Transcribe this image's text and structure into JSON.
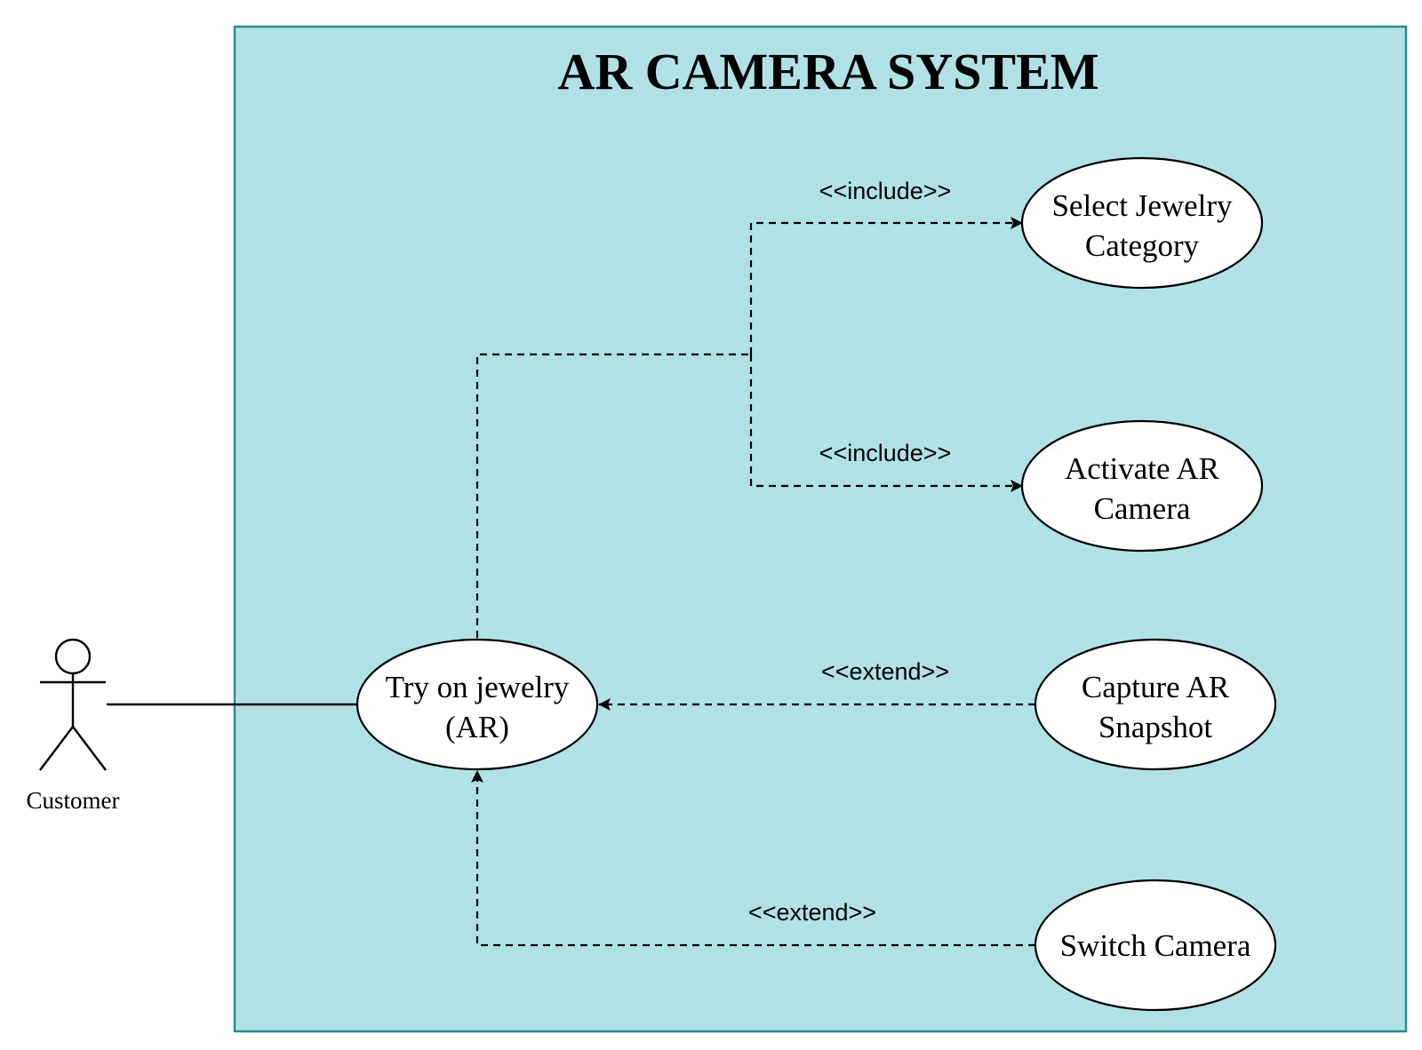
{
  "system": {
    "title": "AR CAMERA SYSTEM",
    "fill_color": "#b0e2e5",
    "border_color": "#2a8a8f"
  },
  "actor": {
    "label": "Customer"
  },
  "use_cases": {
    "try_on": {
      "line1": "Try on jewelry",
      "line2": "(AR)"
    },
    "select_category": {
      "line1": "Select Jewelry",
      "line2": "Category"
    },
    "activate_camera": {
      "line1": "Activate AR",
      "line2": "Camera"
    },
    "capture_snapshot": {
      "line1": "Capture AR",
      "line2": "Snapshot"
    },
    "switch_camera": {
      "line1": "Switch Camera"
    }
  },
  "relationships": {
    "include_1": "<<include>>",
    "include_2": "<<include>>",
    "extend_1": "<<extend>>",
    "extend_2": "<<extend>>"
  }
}
